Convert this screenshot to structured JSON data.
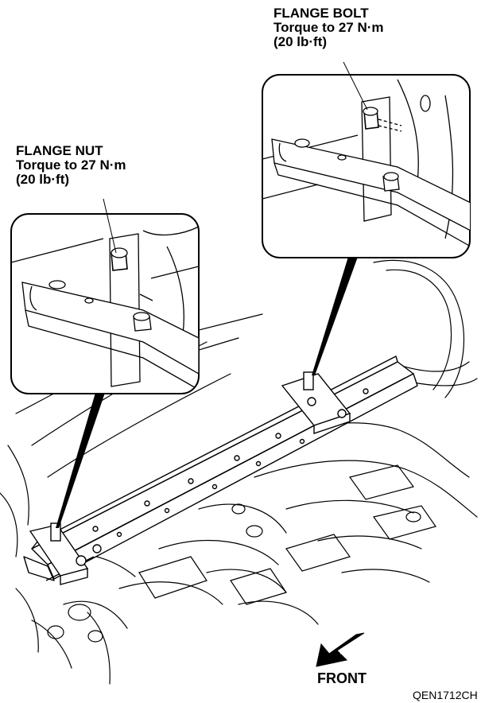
{
  "callouts": {
    "bolt": {
      "title": "FLANGE BOLT",
      "torque": "Torque to 27 N·m",
      "imperial": "(20 lb·ft)"
    },
    "nut": {
      "title": "FLANGE NUT",
      "torque": "Torque to 27 N·m",
      "imperial": "(20 lb·ft)"
    }
  },
  "direction": {
    "label": "FRONT",
    "icon": "front-arrow-icon"
  },
  "figure_code": "QEN1712CH"
}
